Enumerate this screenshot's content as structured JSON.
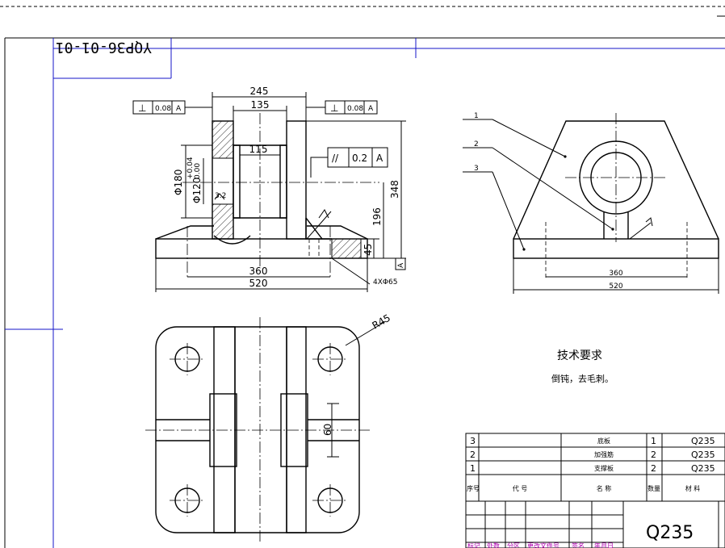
{
  "drawing_number": "YQP36-01-01",
  "front_view": {
    "dims": {
      "w245": "245",
      "w135": "135",
      "w115": "115",
      "d180": "Φ180",
      "d120": "Φ120",
      "tol_upper": "+0.04",
      "tol_lower": "0.00",
      "h348": "348",
      "h196": "196",
      "h45": "45",
      "w360": "360",
      "w520": "520",
      "holes": "4XΦ65",
      "roughness_left": "3.2"
    },
    "fcf_left": {
      "symbol": "⊥",
      "value": "0.08",
      "datum": "A"
    },
    "fcf_right": {
      "symbol": "⊥",
      "value": "0.08",
      "datum": "A"
    },
    "fcf_parallel": {
      "symbol": "//",
      "value": "0.2",
      "datum": "A"
    },
    "datum_label": "A"
  },
  "top_view": {
    "dims": {
      "r45": "R45",
      "w60": "60"
    }
  },
  "side_view": {
    "balloons": [
      "1",
      "2",
      "3"
    ],
    "dims": {
      "w360": "360",
      "w520": "520"
    }
  },
  "notes": {
    "title": "技术要求",
    "line1": "倒钝，去毛刺。"
  },
  "bom": {
    "rows": [
      {
        "no": "3",
        "name": "底板",
        "qty": "1",
        "material": "Q235"
      },
      {
        "no": "2",
        "name": "加强筋",
        "qty": "2",
        "material": "Q235"
      },
      {
        "no": "1",
        "name": "支撑板",
        "qty": "2",
        "material": "Q235"
      }
    ],
    "header": {
      "no": "序号",
      "code": "代 号",
      "name": "名 称",
      "qty": "数量",
      "material": "材 料"
    }
  },
  "title_block": {
    "material": "Q235",
    "labels": [
      "标记",
      "处数",
      "分区",
      "更改文件号",
      "签名",
      "年月日"
    ]
  }
}
